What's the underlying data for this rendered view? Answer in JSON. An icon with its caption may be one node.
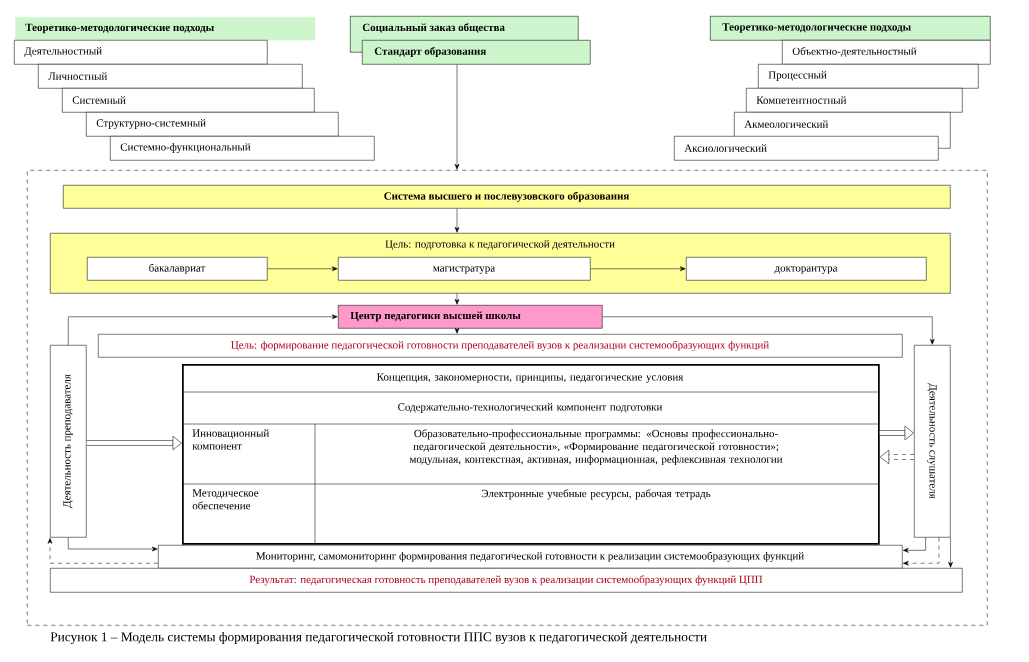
{
  "diagram": {
    "caption": "Рисунок 1 – Модель системы формирования педагогической готовности ППС вузов к педагогической деятельности",
    "nodes": [
      {
        "text": [
          "Теоретико-методологические подходы"
        ]
      },
      {
        "text": [
          "Деятельностный"
        ]
      },
      {
        "text": [
          "Личностный"
        ]
      },
      {
        "text": [
          "Системный"
        ]
      },
      {
        "text": [
          "Структурно-системный"
        ]
      },
      {
        "text": [
          "Системно-функциональный"
        ]
      },
      {
        "text": [
          "Социальный заказ общества"
        ]
      },
      {
        "text": [
          "Стандарт образования"
        ]
      },
      {
        "text": [
          "Теоретико-методологические подходы"
        ]
      },
      {
        "text": [
          "Объектно-деятельностный"
        ]
      },
      {
        "text": [
          "Процессный"
        ]
      },
      {
        "text": [
          "Компетентностный"
        ]
      },
      {
        "text": [
          "Акмеологический"
        ]
      },
      {
        "text": [
          "Аксиологический"
        ]
      },
      {
        "text": [],
        "shape": "box"
      },
      {
        "text": [
          "Система высшего и послевузовского образования"
        ],
        "in": 14
      },
      {
        "text": [
          "Цель: подготовка к педагогической деятельности"
        ],
        "in": 14
      },
      {
        "text": [
          "бакалавриат"
        ],
        "in": 16
      },
      {
        "text": [
          "магистратура"
        ],
        "in": 16
      },
      {
        "text": [
          "докторантура"
        ],
        "in": 16
      },
      {
        "text": [
          "Центр педагогики высшей школы"
        ],
        "in": 14
      },
      {
        "text": [
          "Цель: формирование педагогической готовности преподавателей вузов к реализации системообразующих функций"
        ],
        "in": 14
      },
      {
        "text": [
          "Деятельность преподавателя"
        ],
        "in": 14
      },
      {
        "text": [
          "Концепция, закономерности, принципы, педагогические условия",
          "Содержательно-технологический компонент подготовки",
          "Инновационный компонент",
          "Образовательно-профессиональные программы: «Основы профессионально-педагогической деятельности», «Формирование педагогической готовности»; модульная, контекстная, активная, информационная, рефлексивная технологии",
          "Методическое обеспечение",
          "Электронные учебные ресурсы, рабочая тетрадь"
        ],
        "in": 14
      },
      {
        "text": [
          "Деятельность слушателя"
        ],
        "in": 14
      },
      {
        "text": [
          "Мониторинг, самомониторинг формирования педагогической готовности к реализации системообразующих функций"
        ],
        "in": 14
      },
      {
        "text": [
          "Результат: педагогическая готовность преподавателей вузов к реализации системообразующих функций ЦПП"
        ],
        "in": 14
      }
    ],
    "edges": [
      {
        "from": 7,
        "to": 14,
        "arrow": "to"
      },
      {
        "from": 15,
        "to": 16,
        "arrow": "to"
      },
      {
        "from": 17,
        "to": 18,
        "arrow": "to"
      },
      {
        "from": 18,
        "to": 19,
        "arrow": "to"
      },
      {
        "from": 16,
        "to": 20,
        "arrow": "to"
      },
      {
        "from": 20,
        "to": 21,
        "arrow": "to"
      },
      {
        "from": 22,
        "to": 20,
        "arrow": "to"
      },
      {
        "from": 20,
        "to": 24,
        "arrow": "to"
      },
      {
        "from": 22,
        "to": 23,
        "arrow": "to",
        "style": "thick"
      },
      {
        "from": 23,
        "to": 24,
        "arrow": "to",
        "style": "thick"
      },
      {
        "from": 24,
        "to": 23,
        "arrow": "to",
        "style": "dashed"
      },
      {
        "from": 22,
        "to": 25,
        "arrow": "to"
      },
      {
        "from": 25,
        "to": 22,
        "arrow": "to",
        "style": "dashed"
      },
      {
        "from": 24,
        "to": 25,
        "arrow": "to"
      },
      {
        "from": 24,
        "to": 25,
        "arrow": "to",
        "style": "dashed"
      },
      {
        "from": 24,
        "to": 26,
        "arrow": "to"
      }
    ]
  }
}
